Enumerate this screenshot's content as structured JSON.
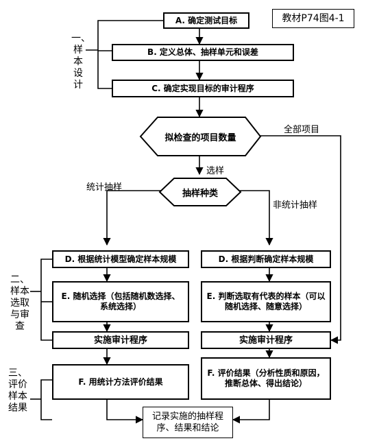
{
  "reference": "教材P74图4-1",
  "phases": {
    "design": "一、样本设计",
    "selection": "二、样本选取与审查",
    "evaluation": "三、评价样本结果"
  },
  "steps": {
    "a": "A. 确定测试目标",
    "b": "B. 定义总体、抽样单元和误差",
    "c": "C. 确定实现目标的审计程序"
  },
  "decisions": {
    "quantity": "拟检查的项目数量",
    "type": "抽样种类"
  },
  "edge_labels": {
    "all_items": "全部项目",
    "sampling": "选样",
    "statistical": "统计抽样",
    "nonstatistical": "非统计抽样"
  },
  "statistical_branch": {
    "d": "D. 根据统计模型确定样本规模",
    "e": "E. 随机选择（包括随机数选择、系统选择）",
    "audit": "实施审计程序",
    "f": "F. 用统计方法评价结果"
  },
  "nonstatistical_branch": {
    "d": "D. 根据判断确定样本规模",
    "e": "E. 判断选取有代表的样本（可以随机选择、随意选择）",
    "audit": "实施审计程序",
    "f": "F. 评价结果（分析性质和原因，推断总体、得出结论）"
  },
  "final": "记录实施的抽样程序、结果和结论"
}
